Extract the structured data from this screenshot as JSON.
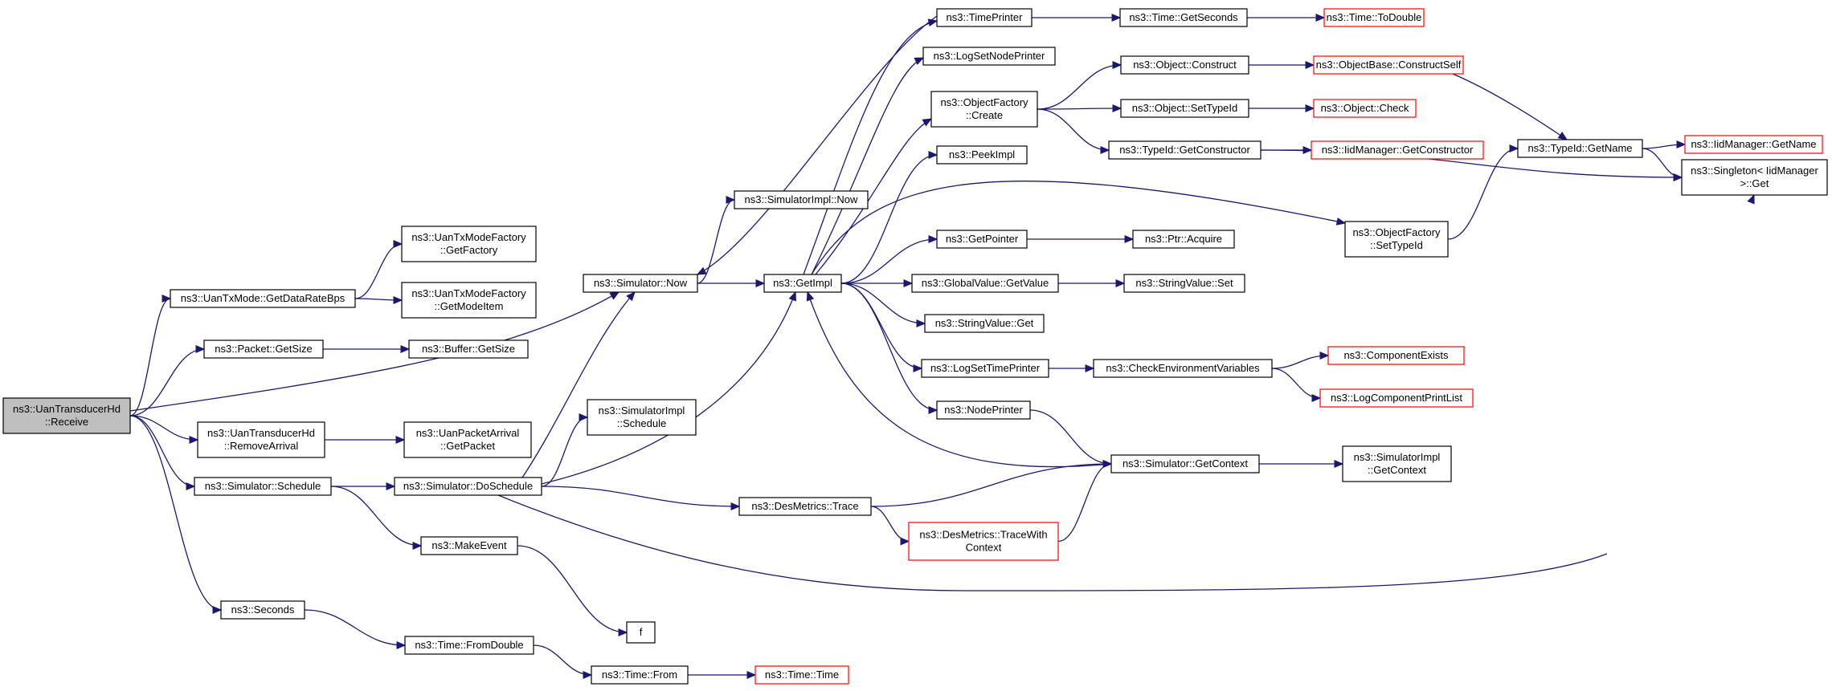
{
  "colors": {
    "edge": "#191970",
    "node_border": "#000000",
    "truncated_border": "#ff0000",
    "root_fill": "#bfbfbf"
  },
  "nodes": [
    {
      "id": "n_root",
      "lines": [
        "ns3::UanTransducerHd",
        "::Receive"
      ],
      "root": true
    },
    {
      "id": "n_getdatarate",
      "lines": [
        "ns3::UanTxMode::GetDataRateBps"
      ]
    },
    {
      "id": "n_getfactory",
      "lines": [
        "ns3::UanTxModeFactory",
        "::GetFactory"
      ]
    },
    {
      "id": "n_getmodeitem",
      "lines": [
        "ns3::UanTxModeFactory",
        "::GetModeItem"
      ]
    },
    {
      "id": "n_packet_getsize",
      "lines": [
        "ns3::Packet::GetSize"
      ]
    },
    {
      "id": "n_buffer_getsize",
      "lines": [
        "ns3::Buffer::GetSize"
      ]
    },
    {
      "id": "n_removearrival",
      "lines": [
        "ns3::UanTransducerHd",
        "::RemoveArrival"
      ]
    },
    {
      "id": "n_getpacket",
      "lines": [
        "ns3::UanPacketArrival",
        "::GetPacket"
      ]
    },
    {
      "id": "n_schedule",
      "lines": [
        "ns3::Simulator::Schedule"
      ]
    },
    {
      "id": "n_doschedule",
      "lines": [
        "ns3::Simulator::DoSchedule"
      ]
    },
    {
      "id": "n_seconds",
      "lines": [
        "ns3::Seconds"
      ]
    },
    {
      "id": "n_fromdouble",
      "lines": [
        "ns3::Time::FromDouble"
      ]
    },
    {
      "id": "n_from",
      "lines": [
        "ns3::Time::From"
      ]
    },
    {
      "id": "n_time",
      "lines": [
        "ns3::Time::Time"
      ],
      "truncated": true
    },
    {
      "id": "n_makeevent",
      "lines": [
        "ns3::MakeEvent"
      ]
    },
    {
      "id": "n_f",
      "lines": [
        "f"
      ]
    },
    {
      "id": "n_simimpl_schedule",
      "lines": [
        "ns3::SimulatorImpl",
        "::Schedule"
      ]
    },
    {
      "id": "n_sim_now",
      "lines": [
        "ns3::Simulator::Now"
      ]
    },
    {
      "id": "n_simimpl_now",
      "lines": [
        "ns3::SimulatorImpl::Now"
      ]
    },
    {
      "id": "n_getimpl",
      "lines": [
        "ns3::GetImpl"
      ]
    },
    {
      "id": "n_timeprinter",
      "lines": [
        "ns3::TimePrinter"
      ]
    },
    {
      "id": "n_lognodeprinter",
      "lines": [
        "ns3::LogSetNodePrinter"
      ]
    },
    {
      "id": "n_of_create",
      "lines": [
        "ns3::ObjectFactory",
        "::Create"
      ]
    },
    {
      "id": "n_peekimpl",
      "lines": [
        "ns3::PeekImpl"
      ]
    },
    {
      "id": "n_getpointer",
      "lines": [
        "ns3::GetPointer"
      ]
    },
    {
      "id": "n_gv_getvalue",
      "lines": [
        "ns3::GlobalValue::GetValue"
      ]
    },
    {
      "id": "n_sv_get",
      "lines": [
        "ns3::StringValue::Get"
      ]
    },
    {
      "id": "n_logtimeprinter",
      "lines": [
        "ns3::LogSetTimePrinter"
      ]
    },
    {
      "id": "n_nodeprinter",
      "lines": [
        "ns3::NodePrinter"
      ]
    },
    {
      "id": "n_destrace",
      "lines": [
        "ns3::DesMetrics::Trace"
      ]
    },
    {
      "id": "n_destracectx",
      "lines": [
        "ns3::DesMetrics::TraceWith",
        "Context"
      ],
      "truncated": true
    },
    {
      "id": "n_getcontext",
      "lines": [
        "ns3::Simulator::GetContext"
      ]
    },
    {
      "id": "n_simimpl_getcontext",
      "lines": [
        "ns3::SimulatorImpl",
        "::GetContext"
      ]
    },
    {
      "id": "n_checkenv",
      "lines": [
        "ns3::CheckEnvironmentVariables"
      ]
    },
    {
      "id": "n_compexists",
      "lines": [
        "ns3::ComponentExists"
      ],
      "truncated": true
    },
    {
      "id": "n_logcomplist",
      "lines": [
        "ns3::LogComponentPrintList"
      ],
      "truncated": true
    },
    {
      "id": "n_sv_set",
      "lines": [
        "ns3::StringValue::Set"
      ]
    },
    {
      "id": "n_ptr_acquire",
      "lines": [
        "ns3::Ptr::Acquire"
      ]
    },
    {
      "id": "n_time_getseconds",
      "lines": [
        "ns3::Time::GetSeconds"
      ]
    },
    {
      "id": "n_time_todouble",
      "lines": [
        "ns3::Time::ToDouble"
      ],
      "truncated": true
    },
    {
      "id": "n_obj_construct",
      "lines": [
        "ns3::Object::Construct"
      ]
    },
    {
      "id": "n_obj_settypeid",
      "lines": [
        "ns3::Object::SetTypeId"
      ]
    },
    {
      "id": "n_typeid_getctor",
      "lines": [
        "ns3::TypeId::GetConstructor"
      ]
    },
    {
      "id": "n_objbase_constructself",
      "lines": [
        "ns3::ObjectBase::ConstructSelf"
      ],
      "truncated": true
    },
    {
      "id": "n_obj_check",
      "lines": [
        "ns3::Object::Check"
      ],
      "truncated": true
    },
    {
      "id": "n_iid_getctor",
      "lines": [
        "ns3::IidManager::GetConstructor"
      ],
      "truncated": true
    },
    {
      "id": "n_of_settypeid",
      "lines": [
        "ns3::ObjectFactory",
        "::SetTypeId"
      ]
    },
    {
      "id": "n_typeid_getname",
      "lines": [
        "ns3::TypeId::GetName"
      ]
    },
    {
      "id": "n_iid_getname",
      "lines": [
        "ns3::IidManager::GetName"
      ],
      "truncated": true
    },
    {
      "id": "n_singleton_get",
      "lines": [
        "ns3::Singleton< IidManager",
        ">::Get"
      ]
    }
  ],
  "edges": [
    {
      "from": "n_root",
      "to": "n_getdatarate"
    },
    {
      "from": "n_root",
      "to": "n_packet_getsize"
    },
    {
      "from": "n_root",
      "to": "n_sim_now"
    },
    {
      "from": "n_root",
      "to": "n_removearrival"
    },
    {
      "from": "n_root",
      "to": "n_schedule"
    },
    {
      "from": "n_root",
      "to": "n_seconds"
    },
    {
      "from": "n_getdatarate",
      "to": "n_getfactory"
    },
    {
      "from": "n_getdatarate",
      "to": "n_getmodeitem"
    },
    {
      "from": "n_packet_getsize",
      "to": "n_buffer_getsize"
    },
    {
      "from": "n_removearrival",
      "to": "n_getpacket"
    },
    {
      "from": "n_schedule",
      "to": "n_doschedule"
    },
    {
      "from": "n_schedule",
      "to": "n_makeevent"
    },
    {
      "from": "n_seconds",
      "to": "n_fromdouble"
    },
    {
      "from": "n_fromdouble",
      "to": "n_from"
    },
    {
      "from": "n_from",
      "to": "n_time"
    },
    {
      "from": "n_makeevent",
      "to": "n_f"
    },
    {
      "from": "n_doschedule",
      "to": "n_simimpl_schedule"
    },
    {
      "from": "n_doschedule",
      "to": "n_sim_now"
    },
    {
      "from": "n_doschedule",
      "to": "n_getimpl"
    },
    {
      "from": "n_doschedule",
      "to": "n_destrace"
    },
    {
      "from": "n_doschedule",
      "to": "n_singleton_get"
    },
    {
      "from": "n_sim_now",
      "to": "n_simimpl_now"
    },
    {
      "from": "n_sim_now",
      "to": "n_getimpl"
    },
    {
      "from": "n_getimpl",
      "to": "n_timeprinter"
    },
    {
      "from": "n_getimpl",
      "to": "n_lognodeprinter"
    },
    {
      "from": "n_getimpl",
      "to": "n_of_create"
    },
    {
      "from": "n_getimpl",
      "to": "n_peekimpl"
    },
    {
      "from": "n_getimpl",
      "to": "n_of_settypeid"
    },
    {
      "from": "n_getimpl",
      "to": "n_getpointer"
    },
    {
      "from": "n_getimpl",
      "to": "n_gv_getvalue"
    },
    {
      "from": "n_getimpl",
      "to": "n_sv_get"
    },
    {
      "from": "n_getimpl",
      "to": "n_logtimeprinter"
    },
    {
      "from": "n_getimpl",
      "to": "n_nodeprinter"
    },
    {
      "from": "n_timeprinter",
      "to": "n_sim_now"
    },
    {
      "from": "n_timeprinter",
      "to": "n_time_getseconds"
    },
    {
      "from": "n_time_getseconds",
      "to": "n_time_todouble"
    },
    {
      "from": "n_of_create",
      "to": "n_obj_construct"
    },
    {
      "from": "n_of_create",
      "to": "n_obj_settypeid"
    },
    {
      "from": "n_of_create",
      "to": "n_typeid_getctor"
    },
    {
      "from": "n_obj_construct",
      "to": "n_objbase_constructself"
    },
    {
      "from": "n_objbase_constructself",
      "to": "n_typeid_getname"
    },
    {
      "from": "n_obj_settypeid",
      "to": "n_obj_check"
    },
    {
      "from": "n_typeid_getctor",
      "to": "n_iid_getctor"
    },
    {
      "from": "n_typeid_getctor",
      "to": "n_singleton_get"
    },
    {
      "from": "n_of_settypeid",
      "to": "n_typeid_getname"
    },
    {
      "from": "n_typeid_getname",
      "to": "n_iid_getname"
    },
    {
      "from": "n_typeid_getname",
      "to": "n_singleton_get"
    },
    {
      "from": "n_getpointer",
      "to": "n_ptr_acquire"
    },
    {
      "from": "n_gv_getvalue",
      "to": "n_sv_set"
    },
    {
      "from": "n_logtimeprinter",
      "to": "n_checkenv"
    },
    {
      "from": "n_checkenv",
      "to": "n_compexists"
    },
    {
      "from": "n_checkenv",
      "to": "n_logcomplist"
    },
    {
      "from": "n_nodeprinter",
      "to": "n_getcontext"
    },
    {
      "from": "n_getcontext",
      "to": "n_getimpl"
    },
    {
      "from": "n_getcontext",
      "to": "n_simimpl_getcontext"
    },
    {
      "from": "n_destrace",
      "to": "n_getcontext"
    },
    {
      "from": "n_destrace",
      "to": "n_destracectx"
    },
    {
      "from": "n_destracectx",
      "to": "n_getcontext"
    }
  ]
}
